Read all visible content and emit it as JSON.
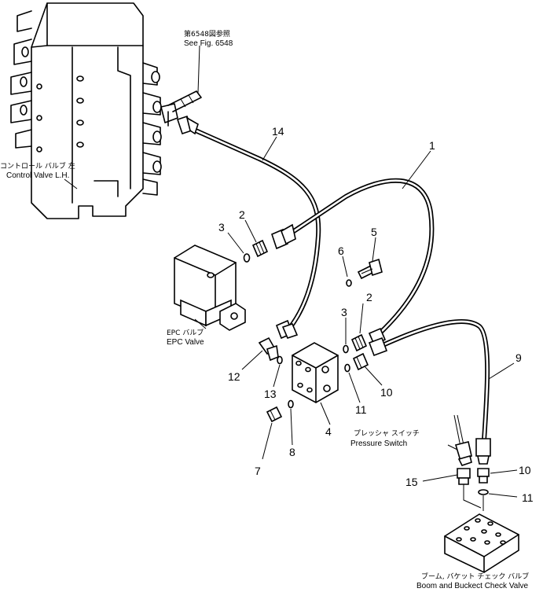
{
  "callouts": {
    "c1": "1",
    "c2a": "2",
    "c2b": "2",
    "c3a": "3",
    "c3b": "3",
    "c4": "4",
    "c5": "5",
    "c6": "6",
    "c7": "7",
    "c8": "8",
    "c9": "9",
    "c10a": "10",
    "c10b": "10",
    "c11a": "11",
    "c11b": "11",
    "c12": "12",
    "c13": "13",
    "c14": "14",
    "c15": "15"
  },
  "captions": {
    "see_fig_jp": "第6548図参照",
    "see_fig_en": "See Fig. 6548",
    "control_valve_jp": "コントロール バルブ 左",
    "control_valve_en": "Control Valve L.H.",
    "epc_valve_jp": "EPC バルブ",
    "epc_valve_en": "EPC Valve",
    "pressure_switch_jp": "プレッシャ スイッチ",
    "pressure_switch_en": "Pressure Switch",
    "check_valve_jp": "ブーム, バケット チェック バルブ",
    "check_valve_en": "Boom and Buckect Check Valve"
  }
}
